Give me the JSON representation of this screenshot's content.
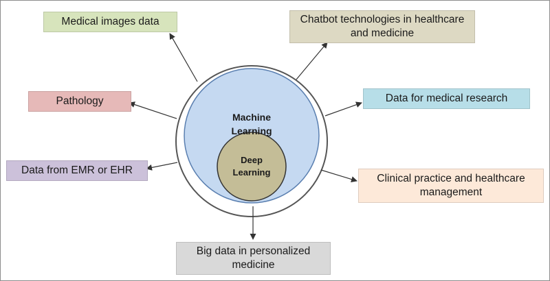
{
  "colors": {
    "medical_images": "#d7e4bc",
    "chatbot": "#ddd9c3",
    "pathology": "#e6b9b8",
    "medical_research": "#b7dee8",
    "emr": "#ccc1da",
    "clinical": "#fde9d9",
    "bigdata": "#d9d9d9",
    "ml_circle": "#c5d9f1",
    "dl_circle": "#c4bd97",
    "arrow": "#333333"
  },
  "center": {
    "machine_learning": [
      "Machine",
      "Learning"
    ],
    "deep_learning": [
      "Deep",
      "Learning"
    ]
  },
  "boxes": {
    "medical_images": "Medical images data",
    "chatbot": [
      "Chatbot technologies in healthcare",
      "and medicine"
    ],
    "pathology": "Pathology",
    "medical_research": "Data for medical research",
    "emr": "Data from EMR or EHR",
    "clinical": [
      "Clinical practice and healthcare",
      "management"
    ],
    "bigdata": [
      "Big data in personalized",
      "medicine"
    ]
  }
}
